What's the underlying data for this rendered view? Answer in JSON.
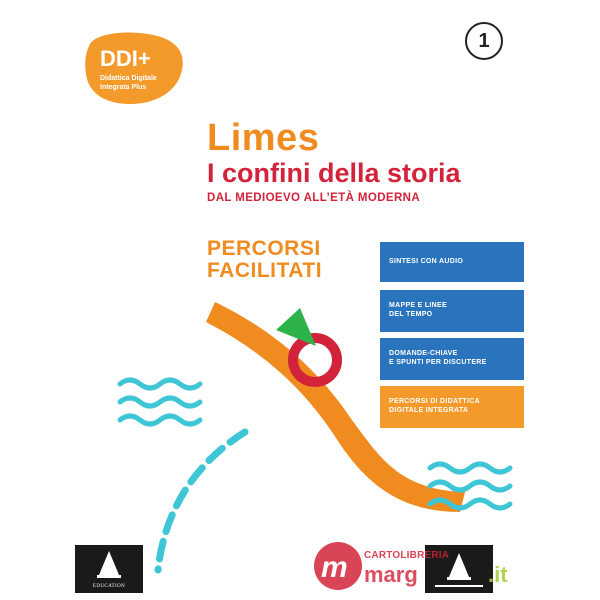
{
  "badge": {
    "logo": "DDI+",
    "line1": "Didattica Digitale",
    "line2": "Integrata Plus"
  },
  "volume": "1",
  "title": "Limes",
  "subtitle": "I confini della storia",
  "period": "DAL MEDIOEVO ALL’ETÀ MODERNA",
  "percorsi": {
    "line1": "PERCORSI",
    "line2": "FACILITATI"
  },
  "features": [
    {
      "lines": [
        "SINTESI CON AUDIO"
      ]
    },
    {
      "lines": [
        "MAPPE E LINEE",
        "DEL TEMPO"
      ]
    },
    {
      "lines": [
        "DOMANDE-CHIAVE",
        "E SPUNTI PER DISCUTERE"
      ]
    },
    {
      "lines": [
        "PERCORSI DI DIDATTICA",
        "DIGITALE INTEGRATA"
      ]
    }
  ],
  "publisher": {
    "name": "EDUCATION"
  },
  "watermark": {
    "line1": "CARTOLIBRERIA",
    "brand_a": "marg",
    "brand_b": ".it"
  },
  "colors": {
    "orange": "#f08b1f",
    "red": "#d3233a",
    "blue": "#2a74bd",
    "teal": "#3ec6d6",
    "green": "#2db34a",
    "lime": "#a9cf3f"
  }
}
